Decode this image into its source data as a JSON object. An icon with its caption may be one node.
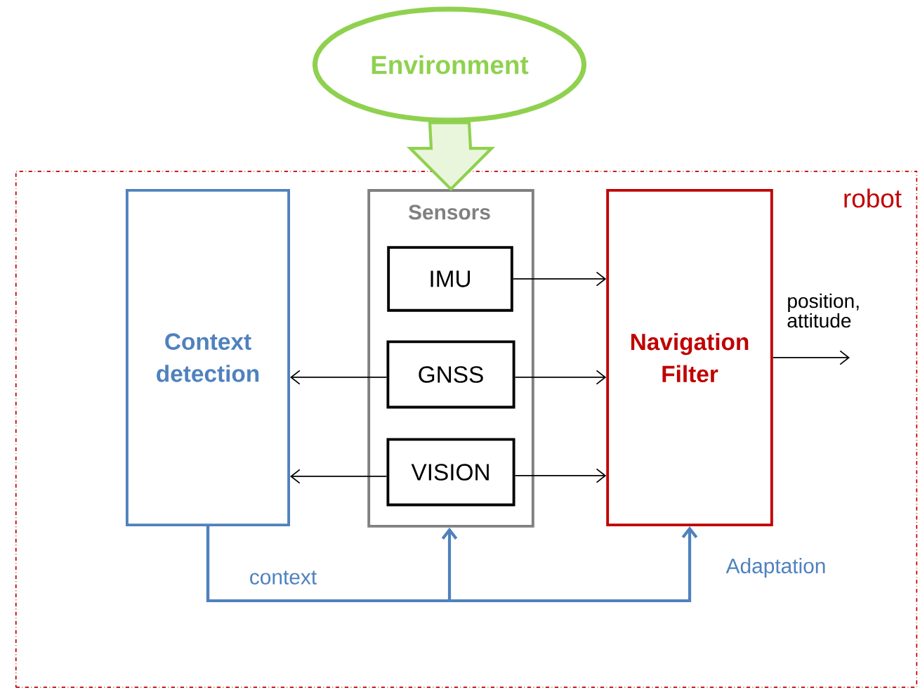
{
  "diagram": {
    "nodes": [
      {
        "text": [
          "Environment"
        ]
      },
      {
        "text": [
          "robot"
        ]
      },
      {
        "text": [
          "Context detection"
        ],
        "in": 1
      },
      {
        "text": [
          "Sensors"
        ],
        "in": 1
      },
      {
        "text": [
          "IMU"
        ],
        "in": 3
      },
      {
        "text": [
          "GNSS"
        ],
        "in": 3
      },
      {
        "text": [
          "VISION"
        ],
        "in": 3
      },
      {
        "text": [
          "Navigation Filter"
        ],
        "in": 1
      }
    ],
    "edges": [
      {
        "from": 0,
        "to": 3,
        "arrow": "to",
        "style": "thick",
        "color": "#8fd14f"
      },
      {
        "from": 4,
        "to": 7,
        "arrow": "to"
      },
      {
        "from": 5,
        "to": 7,
        "arrow": "to"
      },
      {
        "from": 6,
        "to": 7,
        "arrow": "to"
      },
      {
        "from": 5,
        "to": 2,
        "arrow": "to"
      },
      {
        "from": 6,
        "to": 2,
        "arrow": "to"
      },
      {
        "from": 7,
        "to": null,
        "arrow": "to",
        "label": "position, attitude"
      },
      {
        "from": 2,
        "to": 3,
        "arrow": "to",
        "style": "thick",
        "color": "#4f81bd",
        "label": "context"
      },
      {
        "from": 2,
        "to": 7,
        "arrow": "to",
        "style": "thick",
        "color": "#4f81bd",
        "label": "Adaptation"
      }
    ]
  }
}
